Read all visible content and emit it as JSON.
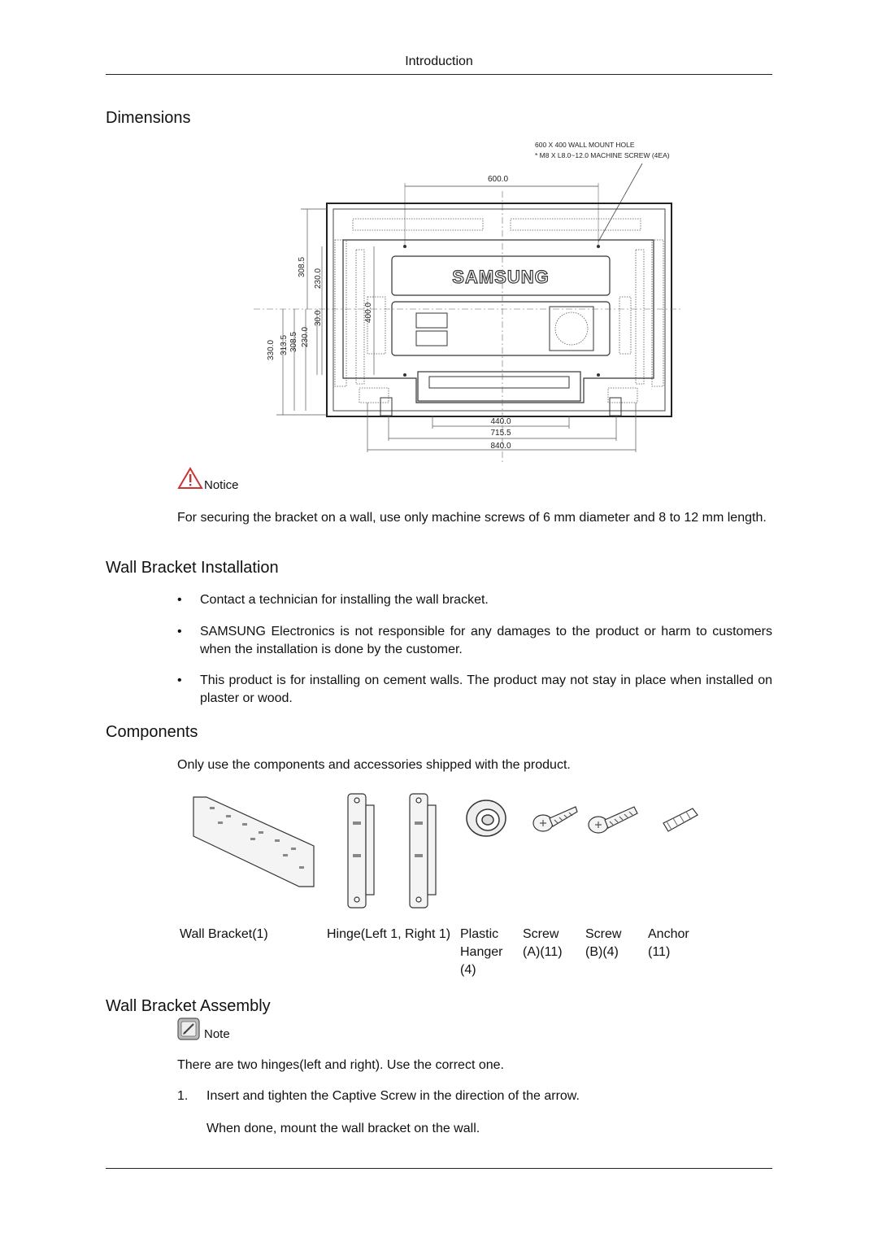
{
  "header": {
    "title": "Introduction"
  },
  "sections": {
    "dimensions": {
      "heading": "Dimensions",
      "diagram": {
        "mount_hole_line1": "600 X 400 WALL MOUNT HOLE",
        "mount_hole_line2": "* M8 X  L8.0~12.0 MACHINE SCREW (4EA)",
        "top_width": "600.0",
        "brand": "SAMSUNG",
        "dim_308_5_top": "308.5",
        "dim_230_top": "230.0",
        "dim_30": "30.0",
        "dim_400": "400.0",
        "dim_330": "330.0",
        "dim_313_5": "313.5",
        "dim_308_5_bottom": "308.5",
        "dim_230_bottom": "230.0",
        "bottom_440": "440.0",
        "bottom_715_5": "715.5",
        "bottom_840": "840.0"
      },
      "notice_label": "Notice",
      "notice_text": "For securing the bracket on a wall, use only machine screws of 6 mm diameter and 8 to 12 mm length."
    },
    "installation": {
      "heading": "Wall Bracket Installation",
      "bullets": [
        "Contact a technician for installing the wall bracket.",
        "SAMSUNG Electronics is not responsible for any damages to the product or harm to customers when the installation is done by the customer.",
        "This product is for installing on cement walls. The product may not stay in place when installed on plaster or wood."
      ],
      "bullet_glyph": "•"
    },
    "components": {
      "heading": "Components",
      "intro": "Only use the components and accessories shipped with the product.",
      "items": [
        {
          "label": "Wall Bracket(1)"
        },
        {
          "label": "Hinge(Left  1,  Right 1)"
        },
        {
          "label": "Plastic Hanger (4)"
        },
        {
          "label": "Screw (A)(11)"
        },
        {
          "label": "Screw (B)(4)"
        },
        {
          "label": "Anchor (11)"
        }
      ]
    },
    "assembly": {
      "heading": "Wall Bracket Assembly",
      "note_label": "Note",
      "note_text": "There are two hinges(left and right). Use the correct one.",
      "step_number": "1.",
      "step_text": "Insert and tighten the Captive Screw in the direction of the arrow.",
      "step_followup": "When done, mount the wall bracket on the wall."
    }
  }
}
